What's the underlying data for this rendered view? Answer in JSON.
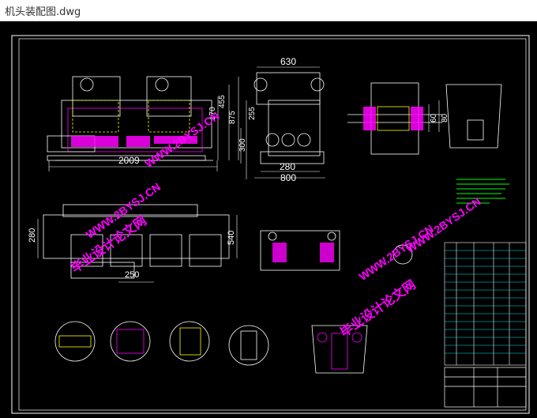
{
  "window": {
    "title": "机头装配图.dwg"
  },
  "dimensions": {
    "d630": "630",
    "d875": "875",
    "d455": "455",
    "d170": "170",
    "d255": "255",
    "d300": "300",
    "d2009": "2009",
    "d280_top": "280",
    "d800": "800",
    "d280_left": "280",
    "d540": "540",
    "d250": "250",
    "d60": "60",
    "d80": "80"
  },
  "watermark": {
    "url": "WWW.2BYSJ.CN",
    "site": "毕业设计论文网"
  },
  "colors": {
    "background": "#000000",
    "lines": "#ffffff",
    "magenta": "#ff00ff",
    "yellow": "#ffff00",
    "green": "#00ff00",
    "cyan": "#00ffff",
    "red": "#ff0000",
    "watermark": "#ff00ff"
  }
}
